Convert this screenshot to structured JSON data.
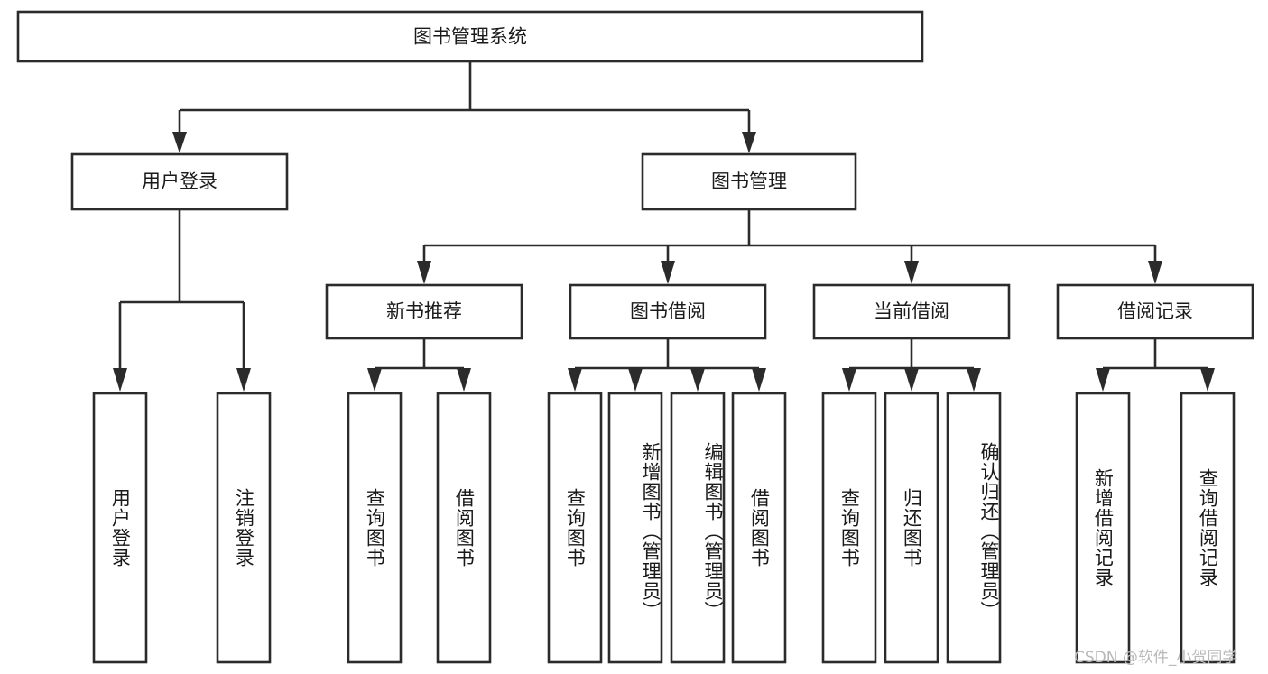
{
  "diagram": {
    "title": "图书管理系统",
    "type": "tree-hierarchy",
    "watermark": "CSDN @软件_小贺同学",
    "colors": {
      "stroke": "#2b2b2b",
      "fill": "#ffffff",
      "text": "#1a1a1a",
      "watermark": "#b9b9b9"
    },
    "levels": {
      "root": {
        "label": "图书管理系统"
      },
      "level2": [
        {
          "id": "user-login",
          "label": "用户登录"
        },
        {
          "id": "book-management",
          "label": "图书管理"
        }
      ],
      "level3": [
        {
          "id": "new-book-recommend",
          "label": "新书推荐"
        },
        {
          "id": "book-borrow",
          "label": "图书借阅"
        },
        {
          "id": "current-borrow",
          "label": "当前借阅"
        },
        {
          "id": "borrow-record",
          "label": "借阅记录"
        }
      ],
      "leaves": {
        "user-login": [
          {
            "id": "leaf-user-login",
            "label": "用户登录"
          },
          {
            "id": "leaf-logout-login",
            "label": "注销登录"
          }
        ],
        "new-book-recommend": [
          {
            "id": "leaf-query-book-1",
            "label": "查询图书"
          },
          {
            "id": "leaf-borrow-book-1",
            "label": "借阅图书"
          }
        ],
        "book-borrow": [
          {
            "id": "leaf-query-book-2",
            "label": "查询图书"
          },
          {
            "id": "leaf-add-book-admin",
            "label": "新增图书（管理员）"
          },
          {
            "id": "leaf-edit-book-admin",
            "label": "编辑图书（管理员）"
          },
          {
            "id": "leaf-borrow-book-2",
            "label": "借阅图书"
          }
        ],
        "current-borrow": [
          {
            "id": "leaf-query-book-3",
            "label": "查询图书"
          },
          {
            "id": "leaf-return-book",
            "label": "归还图书"
          },
          {
            "id": "leaf-confirm-return-admin",
            "label": "确认归还（管理员）"
          }
        ],
        "borrow-record": [
          {
            "id": "leaf-add-borrow-record",
            "label": "新增借阅记录"
          },
          {
            "id": "leaf-query-borrow-record",
            "label": "查询借阅记录"
          }
        ]
      }
    }
  }
}
